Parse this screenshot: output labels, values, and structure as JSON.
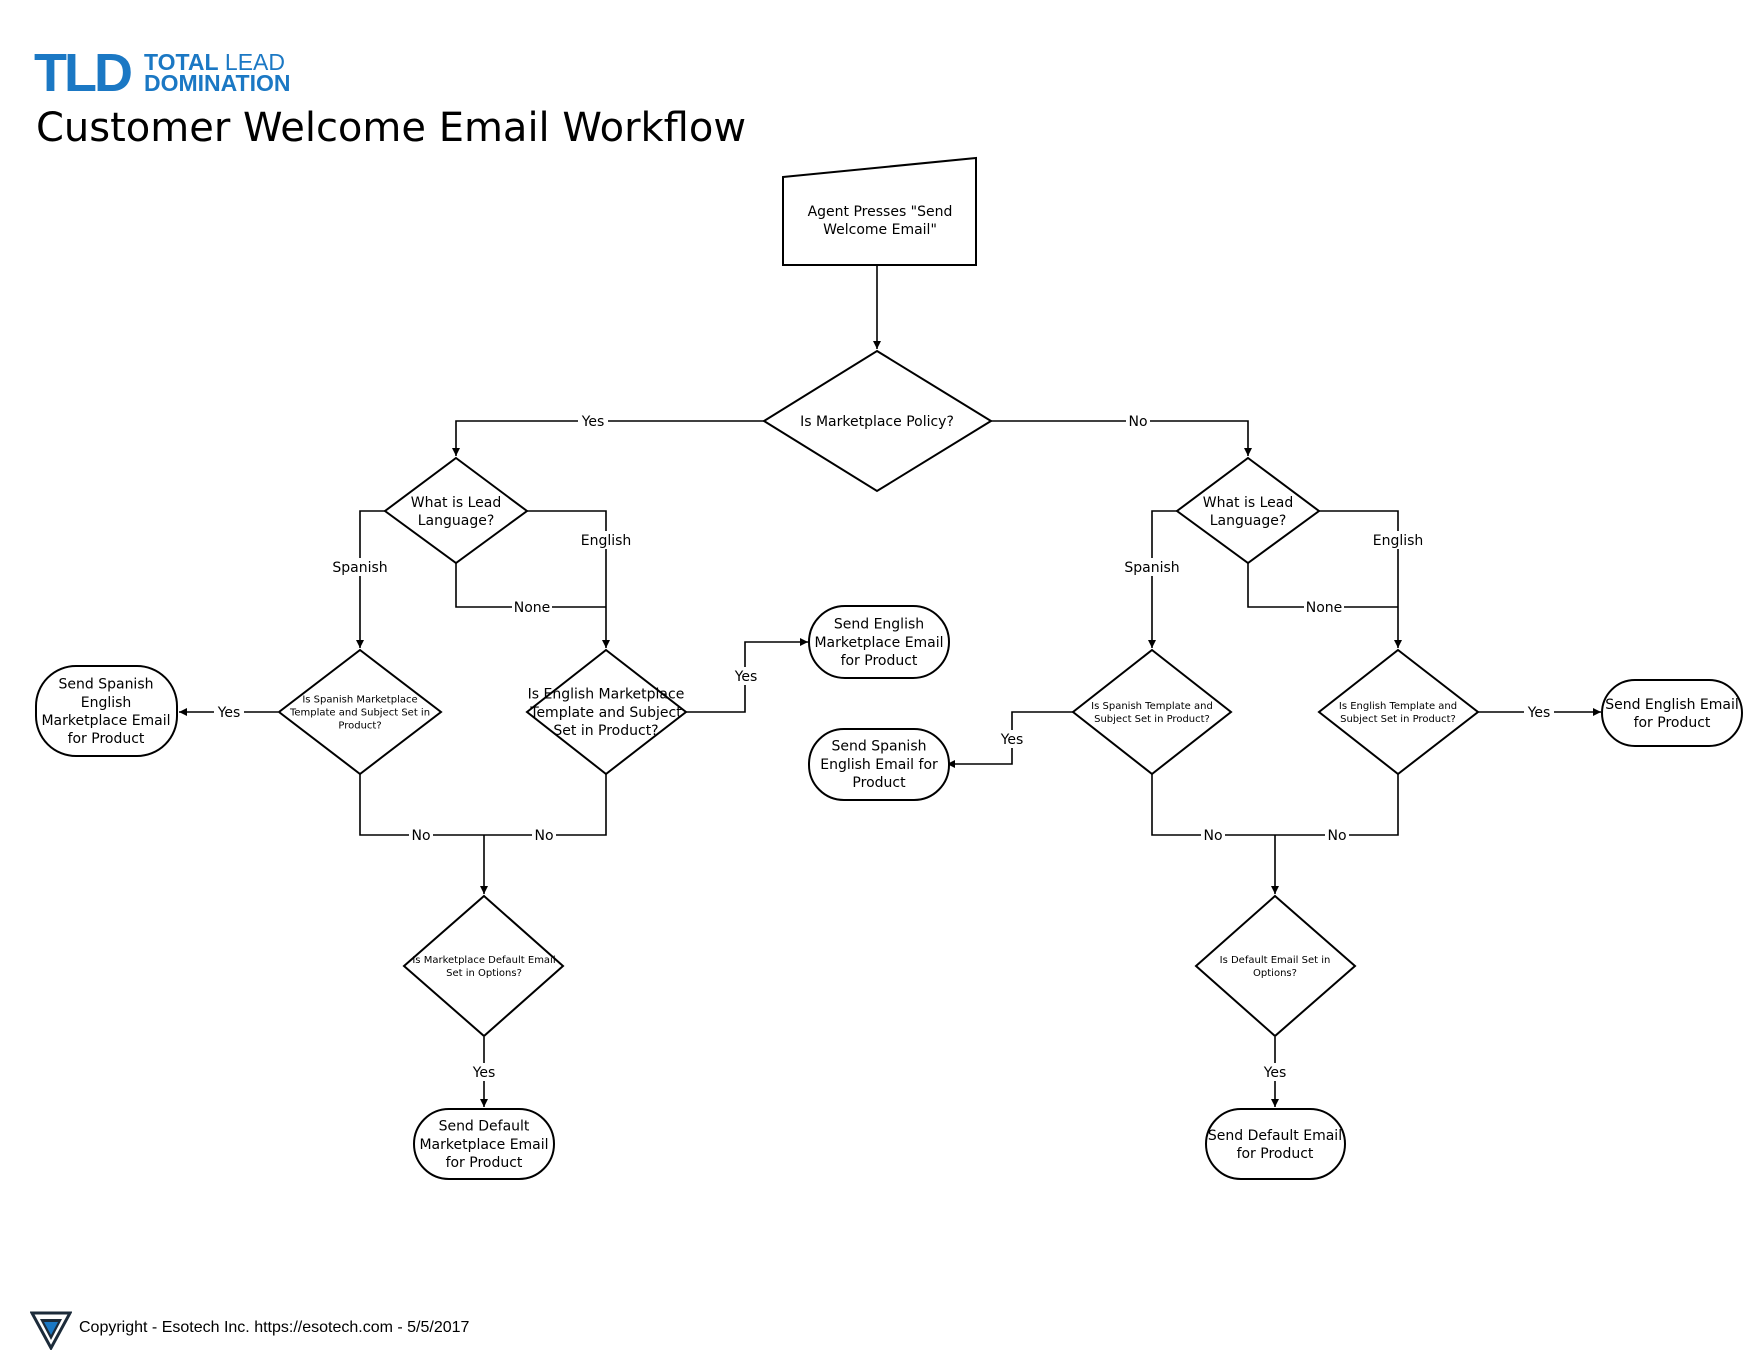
{
  "header": {
    "logo_mark": "TLD",
    "logo_word_1": "TOTAL",
    "logo_word_2": "LEAD",
    "logo_word_3": "DOMINATION",
    "title": "Customer Welcome Email Workflow",
    "brand_color": "#1b78c4"
  },
  "nodes": {
    "start": [
      "Agent Presses \"Send",
      "Welcome Email\""
    ],
    "d_marketplace": [
      "Is Marketplace Policy?"
    ],
    "d_lang_left": [
      "What is Lead",
      "Language?"
    ],
    "d_lang_right": [
      "What is Lead",
      "Language?"
    ],
    "d_spanish_mkt": [
      "Is Spanish Marketplace",
      "Template and Subject Set in",
      "Product?"
    ],
    "d_english_mkt": [
      "Is English Marketplace",
      "Template and Subject",
      "Set in Product?"
    ],
    "t_english_mkt": [
      "Send English",
      "Marketplace Email",
      "for Product"
    ],
    "t_spanish_mkt": [
      "Send Spanish",
      "English",
      "Marketplace Email",
      "for Product"
    ],
    "d_mkt_default": [
      "Is Marketplace Default Email",
      "Set in Options?"
    ],
    "t_default_mkt": [
      "Send Default",
      "Marketplace Email",
      "for Product"
    ],
    "d_spanish_tpl": [
      "Is Spanish Template and",
      "Subject Set in Product?"
    ],
    "d_english_tpl": [
      "Is English Template and",
      "Subject Set in Product?"
    ],
    "t_spanish_eng": [
      "Send Spanish",
      "English Email for",
      "Product"
    ],
    "t_english": [
      "Send English Email",
      "for Product"
    ],
    "d_default": [
      "Is  Default Email Set in",
      "Options?"
    ],
    "t_default": [
      "Send Default  Email",
      "for Product"
    ]
  },
  "edge_labels": {
    "yes": "Yes",
    "no": "No",
    "spanish": "Spanish",
    "english": "English",
    "none": "None"
  },
  "footer": {
    "copyright": "Copyright - Esotech Inc. https://esotech.com - 5/5/2017"
  }
}
